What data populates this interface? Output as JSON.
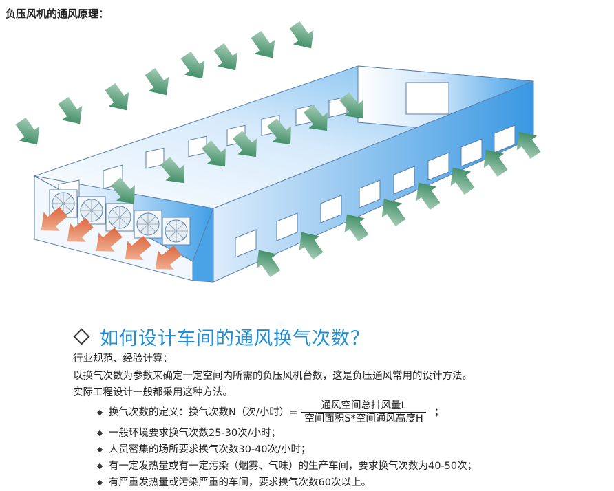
{
  "header": {
    "title": "负压风机的通风原理："
  },
  "section": {
    "icon": "diamond-outline-icon",
    "heading": "如何设计车间的通风换气次数？",
    "paragraphs": [
      "行业规范、经验计算：",
      "以换气次数为参数来确定一定空间内所需的负压风机台数，这是负压通风常用的设计方法。",
      "实际工程设计一般都采用这种方法。"
    ],
    "formula": {
      "label": "换气次数的定义：换气次数N（次/小时）=",
      "numerator": "通风空间总排风量L",
      "denominator": "空间面积S*空间通风高度H",
      "suffix": "；"
    },
    "bullets": [
      "一般环境要求换气次数25-30次/小时；",
      "人员密集的场所要求换气次数30-40次/小时；",
      "有一定发热量或有一定污染（烟雾、气味）的生产车间，要求换气次数为40-50次；",
      "有严重发热量或污染严重的车间，要求换气次数60次以上。"
    ]
  },
  "colors": {
    "accent": "#1e8fd6",
    "inflow_arrow": "#2e8b57",
    "outflow_arrow": "#e2683e",
    "building_blue": "#4da6e8"
  }
}
